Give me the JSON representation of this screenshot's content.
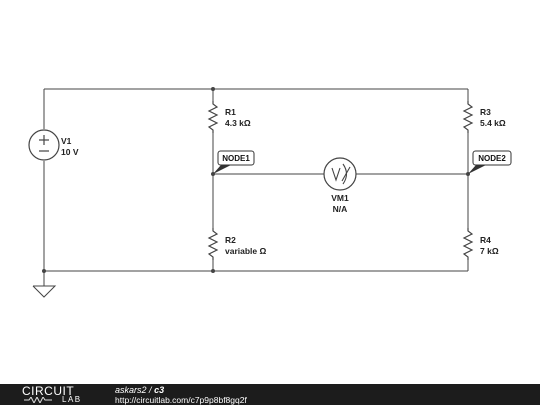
{
  "components": {
    "v1": {
      "name": "V1",
      "value": "10 V"
    },
    "r1": {
      "name": "R1",
      "value": "4.3 kΩ"
    },
    "r2": {
      "name": "R2",
      "value": "variable Ω"
    },
    "r3": {
      "name": "R3",
      "value": "5.4 kΩ"
    },
    "r4": {
      "name": "R4",
      "value": "7 kΩ"
    },
    "vm1": {
      "name": "VM1",
      "value": "N/A"
    }
  },
  "nodes": {
    "node1": "NODE1",
    "node2": "NODE2"
  },
  "footer": {
    "logo_top": "CIRCUIT",
    "logo_bottom": "LAB",
    "user": "askars2",
    "separator": "/",
    "circuit_name": "c3",
    "url": "http://circuitlab.com/c7p9p8bf8gq2f"
  },
  "colors": {
    "wire": "#444444",
    "footer_bg": "#1c1c1c"
  }
}
